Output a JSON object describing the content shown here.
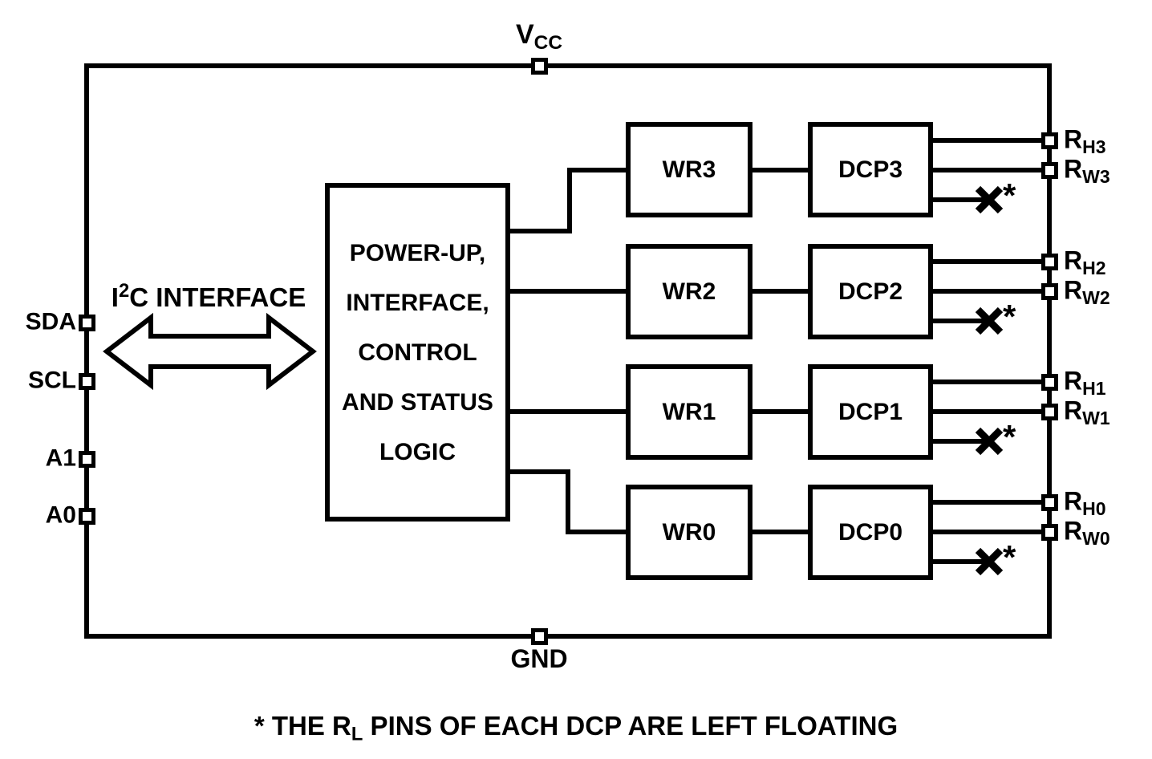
{
  "colors": {
    "line": "#000000",
    "background": "#ffffff"
  },
  "top_pin": {
    "main": "V",
    "sub": "CC"
  },
  "bottom_pin": {
    "label": "GND"
  },
  "left_pins": [
    {
      "label": "SDA"
    },
    {
      "label": "SCL"
    },
    {
      "label": "A1"
    },
    {
      "label": "A0"
    }
  ],
  "interface_label": {
    "pre": "I",
    "sup": "2",
    "post": "C INTERFACE"
  },
  "logic_block": {
    "lines": [
      "POWER-UP,",
      "INTERFACE,",
      "CONTROL",
      "AND STATUS",
      "LOGIC"
    ]
  },
  "rows": [
    {
      "wr": "WR3",
      "dcp": "DCP3",
      "rh": {
        "main": "R",
        "sub": "H3"
      },
      "rw": {
        "main": "R",
        "sub": "W3"
      },
      "float_marker": "*"
    },
    {
      "wr": "WR2",
      "dcp": "DCP2",
      "rh": {
        "main": "R",
        "sub": "H2"
      },
      "rw": {
        "main": "R",
        "sub": "W2"
      },
      "float_marker": "*"
    },
    {
      "wr": "WR1",
      "dcp": "DCP1",
      "rh": {
        "main": "R",
        "sub": "H1"
      },
      "rw": {
        "main": "R",
        "sub": "W1"
      },
      "float_marker": "*"
    },
    {
      "wr": "WR0",
      "dcp": "DCP0",
      "rh": {
        "main": "R",
        "sub": "H0"
      },
      "rw": {
        "main": "R",
        "sub": "W0"
      },
      "float_marker": "*"
    }
  ],
  "footnote": {
    "pre": "* THE R",
    "sub": "L",
    "post": " PINS OF EACH DCP ARE LEFT FLOATING"
  }
}
